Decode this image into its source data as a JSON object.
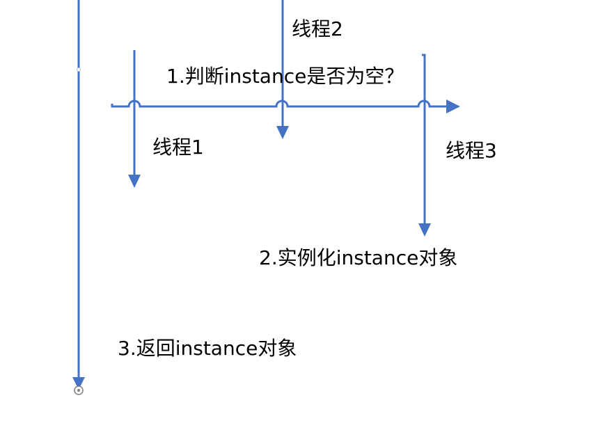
{
  "diagram": {
    "labels": {
      "thread1": "线程1",
      "thread2": "线程2",
      "thread3": "线程3",
      "step1": "1.判断instance是否为空？",
      "step2": "2.实例化instance对象",
      "step3": "3.返回instance对象"
    },
    "colors": {
      "arrow": "#4472C4",
      "text": "#000000",
      "connector": "#7F7F7F"
    },
    "icons": {
      "arrowhead": "triangle-arrowhead-icon",
      "line_crossing": "line-hop-icon",
      "end_point": "circle-endpoint-icon"
    }
  }
}
